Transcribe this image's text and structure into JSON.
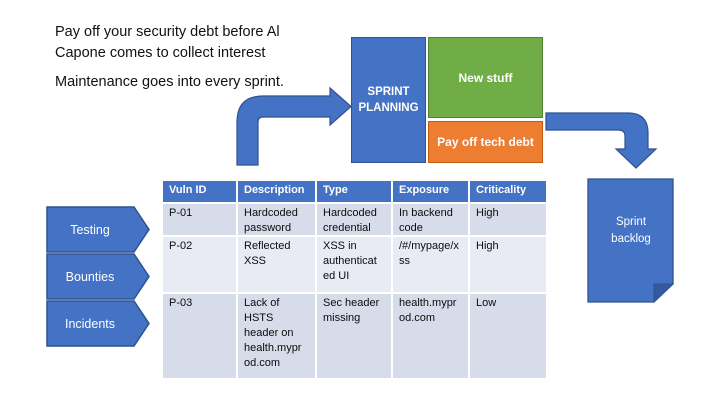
{
  "note": {
    "line1": "Pay off your security debt before Al",
    "line2": "Capone comes to collect interest",
    "line3": "Maintenance goes into every sprint."
  },
  "planning": {
    "sprint_planning_label": "SPRINT PLANNING",
    "new_stuff_label": "New stuff",
    "tech_debt_label": "Pay off tech debt"
  },
  "backlog": {
    "label": "Sprint backlog"
  },
  "sources": [
    "Testing",
    "Bounties",
    "Incidents"
  ],
  "vuln_table": {
    "headers": [
      "Vuln ID",
      "Description",
      "Type",
      "Exposure",
      "Criticality"
    ],
    "rows": [
      [
        "P-01",
        "Hardcoded password",
        "Hardcoded credential",
        "In backend code",
        "High"
      ],
      [
        "P-02",
        "Reflected XSS",
        "XSS in authenticated UI",
        "/#/mypage/xss",
        "High"
      ],
      [
        "P-03",
        "Lack of HSTS header on health.myprod.com",
        "Sec header missing",
        "health.myprod.com",
        "Low"
      ]
    ]
  },
  "colors": {
    "shape_blue": "#4472C4",
    "shape_blue_border": "#2F528F",
    "green": "#70AD47",
    "orange": "#ED7D31",
    "table_header_blue": "#4472C4",
    "band_dark": "#D7DCEA",
    "band_light": "#E9EBF4"
  }
}
